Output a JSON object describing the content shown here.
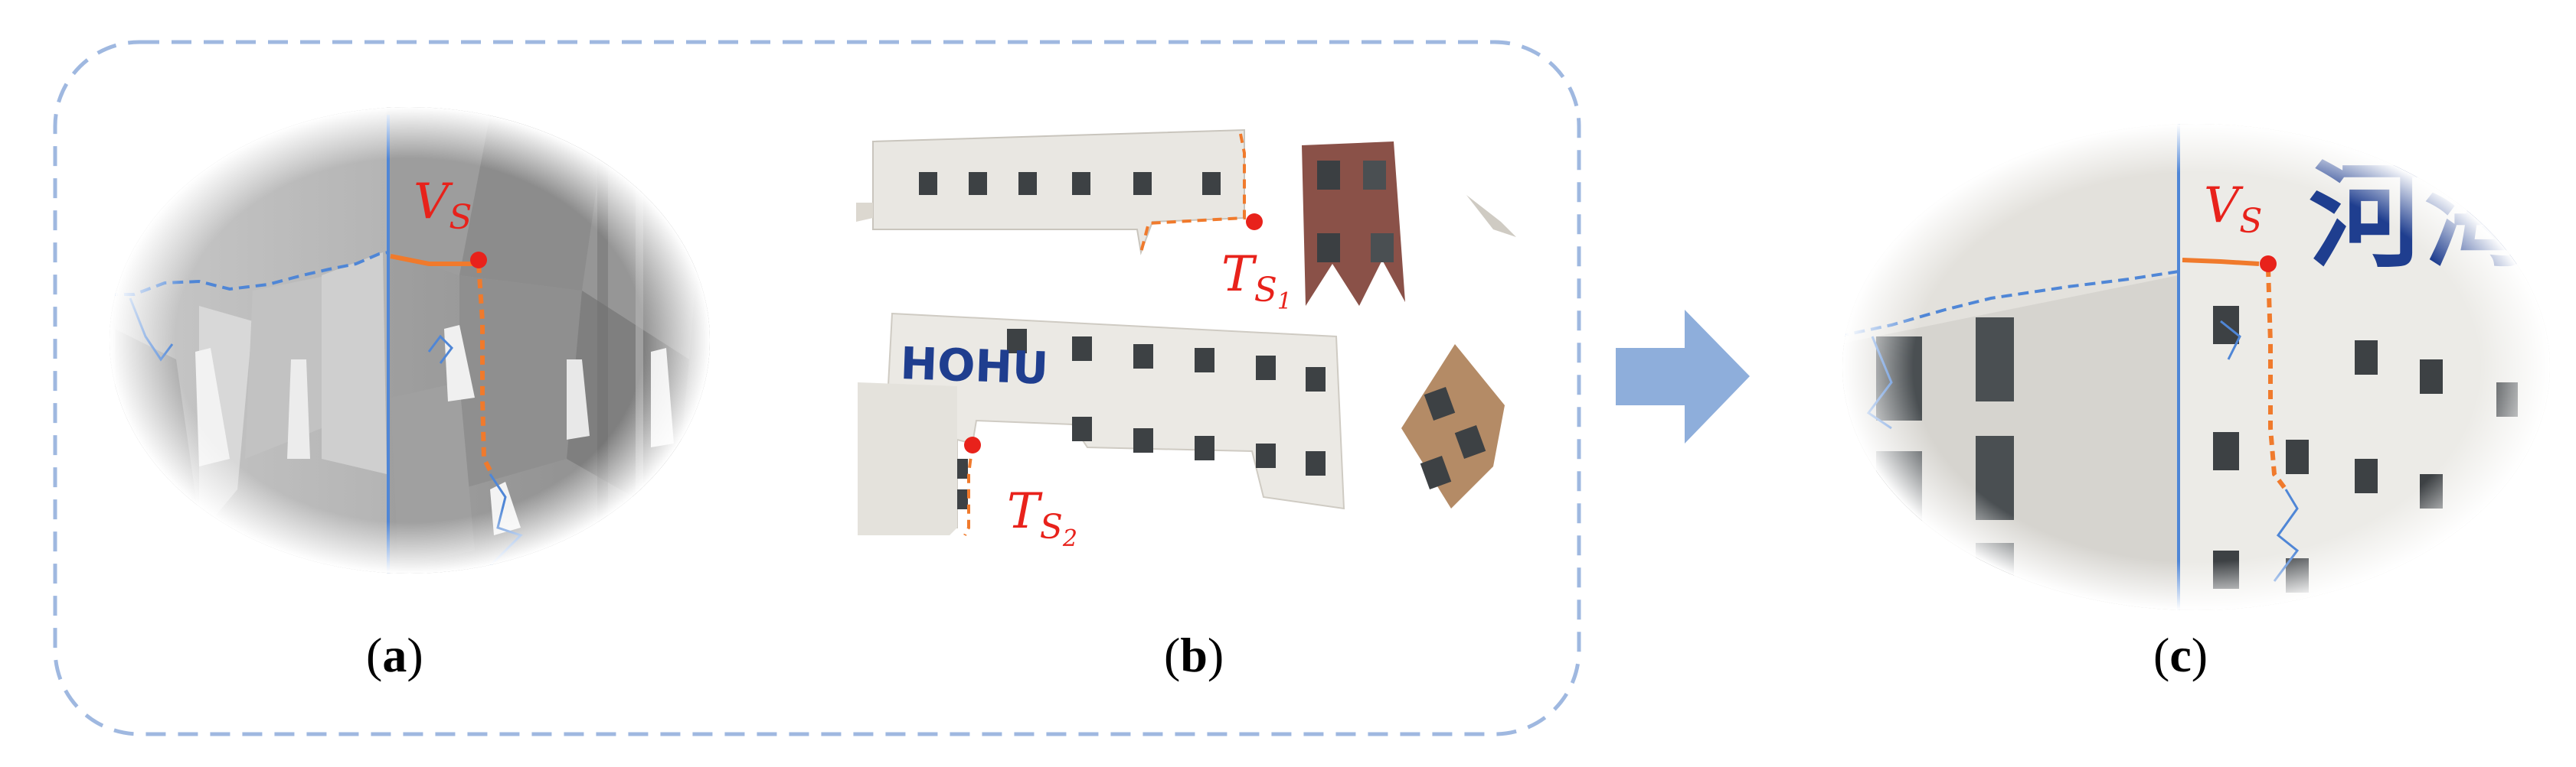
{
  "panels": [
    {
      "id": "a",
      "open": "(",
      "letter": "a",
      "close": ")"
    },
    {
      "id": "b",
      "open": "(",
      "letter": "b",
      "close": ")"
    },
    {
      "id": "c",
      "open": "(",
      "letter": "c",
      "close": ")"
    }
  ],
  "annotations": {
    "vs_main": "V",
    "vs_sub": "S",
    "ts1_main": "T",
    "ts1_sub": "S",
    "ts1_subsub": "1",
    "ts2_main": "T",
    "ts2_sub": "S",
    "ts2_subsub": "2"
  },
  "signage": {
    "hohu_text": "HOHU",
    "facade_text": "河海"
  },
  "colors": {
    "vertex_red": "#e8221b",
    "seam_orange": "#f07a2c",
    "edge_blue": "#4f86d6",
    "frame_dash": "#9fb8e0",
    "arrow": "#8eaedb",
    "mesh_gray": "#a9a9a9",
    "wall_white": "#e9e7e2",
    "window_dark": "#3d4144",
    "brick": "#8a5148",
    "tan": "#b48b66"
  },
  "icons": {
    "process_arrow": "right-arrow-icon"
  }
}
